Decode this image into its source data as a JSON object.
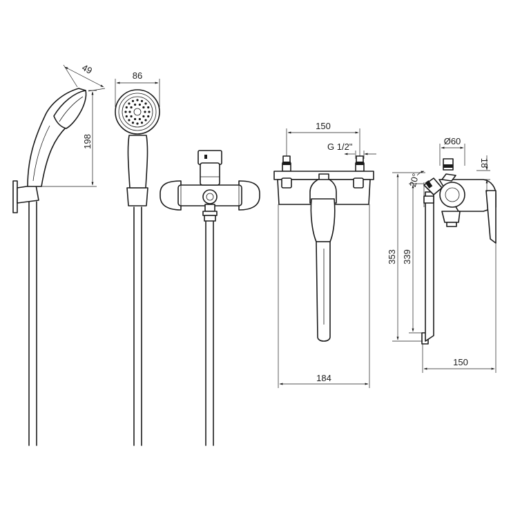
{
  "dimensions": {
    "handshower_depth": "49",
    "handshower_length": "198",
    "handshower_head_diameter": "86",
    "connection_spacing": "150",
    "thread_size": "G 1/2\"",
    "mixer_width": "184",
    "outlet_diameter": "Ø60",
    "outlet_offset": "18",
    "angle": "20°",
    "total_height": "353",
    "spout_height": "339",
    "spout_projection": "150"
  }
}
